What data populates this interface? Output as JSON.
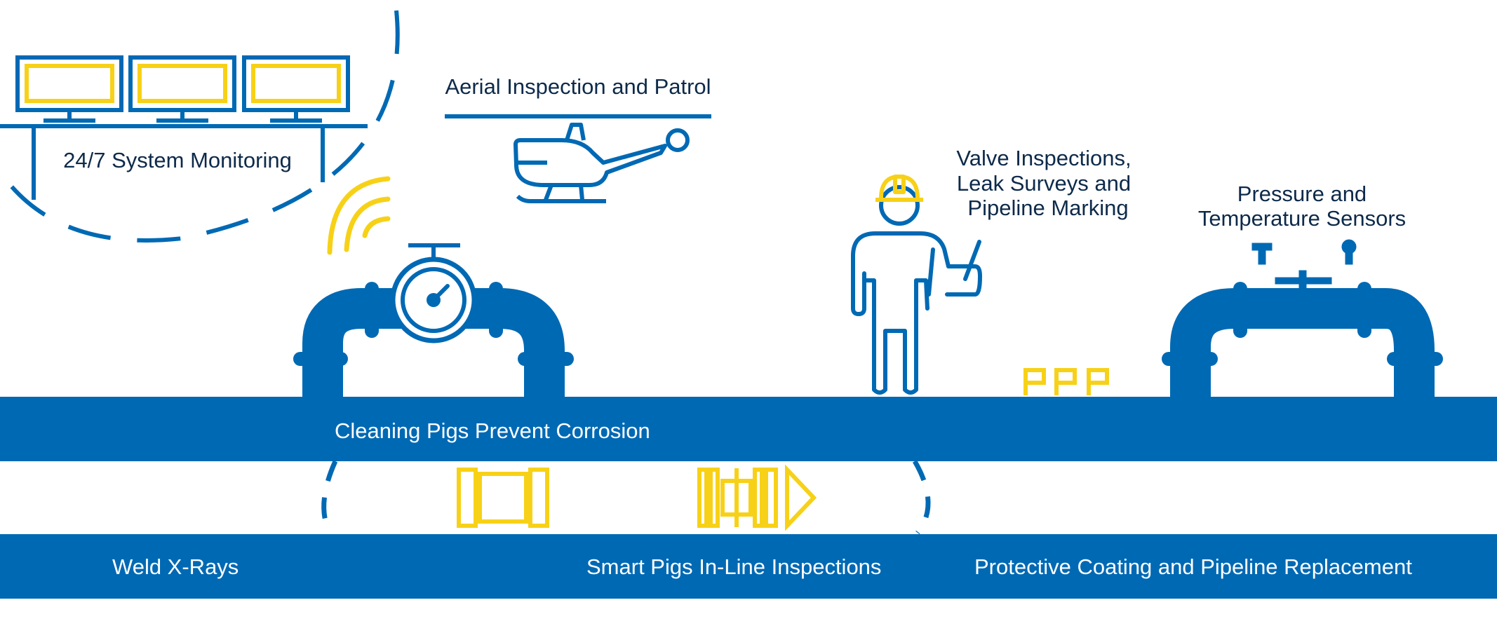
{
  "colors": {
    "pipe_blue": "#0069b4",
    "accent_yellow": "#f7d117",
    "label_dark": "#0d2a4a",
    "label_light": "#ffffff",
    "background": "#ffffff"
  },
  "labels": {
    "monitoring": "24/7 System Monitoring",
    "aerial": "Aerial Inspection and Patrol",
    "valve_line1": "Valve Inspections,",
    "valve_line2": "Leak Surveys and",
    "valve_line3": "Pipeline Marking",
    "sensors_line1": "Pressure and",
    "sensors_line2": "Temperature Sensors",
    "cleaning_pigs": "Cleaning Pigs Prevent Corrosion",
    "weld": "Weld X-Rays",
    "smart_pigs": "Smart Pigs In-Line Inspections",
    "coating": "Protective Coating and Pipeline Replacement"
  },
  "icons": [
    "monitor-icon",
    "helicopter-icon",
    "wireless-signal-icon",
    "pressure-gauge-icon",
    "inspector-worker-icon",
    "hard-hat-icon",
    "pipeline-marker-icon",
    "sensor-icon",
    "cleaning-pig-icon",
    "smart-pig-icon"
  ]
}
